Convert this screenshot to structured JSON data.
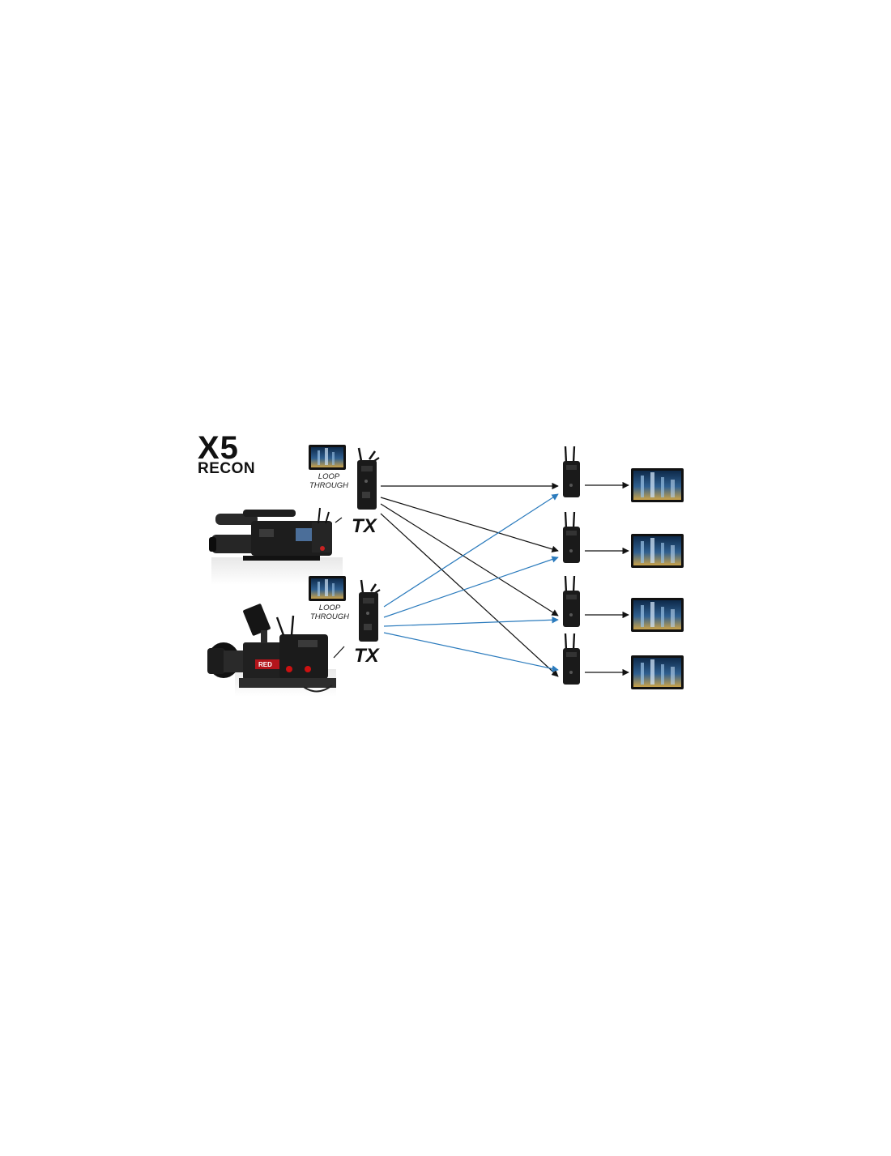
{
  "logo": {
    "line1": "X5",
    "line2": "RECON"
  },
  "transmitters": [
    {
      "id": "tx1",
      "label": "TX",
      "loop_through": "LOOP\nTHROUGH",
      "camera": "broadcast-camcorder"
    },
    {
      "id": "tx2",
      "label": "TX",
      "loop_through": "LOOP\nTHROUGH",
      "camera": "red-cinema-camera",
      "camera_brand": "RED"
    }
  ],
  "receivers": [
    {
      "id": "rx1"
    },
    {
      "id": "rx2"
    },
    {
      "id": "rx3"
    },
    {
      "id": "rx4"
    }
  ],
  "links": [
    {
      "from": "tx1",
      "to": "rx1",
      "color": "#111111"
    },
    {
      "from": "tx1",
      "to": "rx2",
      "color": "#111111"
    },
    {
      "from": "tx1",
      "to": "rx3",
      "color": "#111111"
    },
    {
      "from": "tx1",
      "to": "rx4",
      "color": "#111111"
    },
    {
      "from": "tx2",
      "to": "rx1",
      "color": "#2b7bbd"
    },
    {
      "from": "tx2",
      "to": "rx2",
      "color": "#2b7bbd"
    },
    {
      "from": "tx2",
      "to": "rx3",
      "color": "#2b7bbd"
    },
    {
      "from": "tx2",
      "to": "rx4",
      "color": "#2b7bbd"
    }
  ],
  "colors": {
    "tx1_links": "#111111",
    "tx2_links": "#2b7bbd",
    "device": "#1a1a1a",
    "background": "#ffffff"
  }
}
